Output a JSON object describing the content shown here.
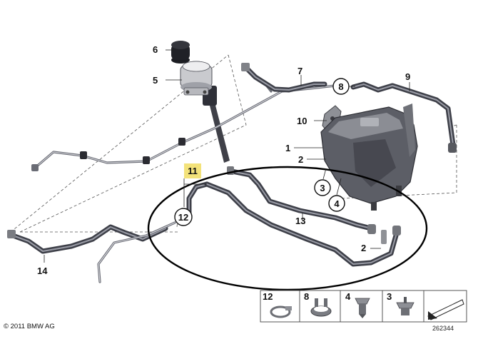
{
  "callouts": {
    "c1": "1",
    "c2a": "2",
    "c2b": "2",
    "c3": "3",
    "c4": "4",
    "c5": "5",
    "c6": "6",
    "c7": "7",
    "c8": "8",
    "c9": "9",
    "c10": "10",
    "c11": "11",
    "c12": "12",
    "c13": "13",
    "c14": "14"
  },
  "legend": {
    "k12": "12",
    "k8": "8",
    "k4": "4",
    "k3": "3"
  },
  "footer": {
    "copyright": "© 2011 BMW AG",
    "drawing_number": "262344"
  },
  "colors": {
    "hose": "#3d3f48",
    "pipe": "#6a6c75",
    "highlight_label": "#f3e27a",
    "tank": "#5c5e66"
  }
}
